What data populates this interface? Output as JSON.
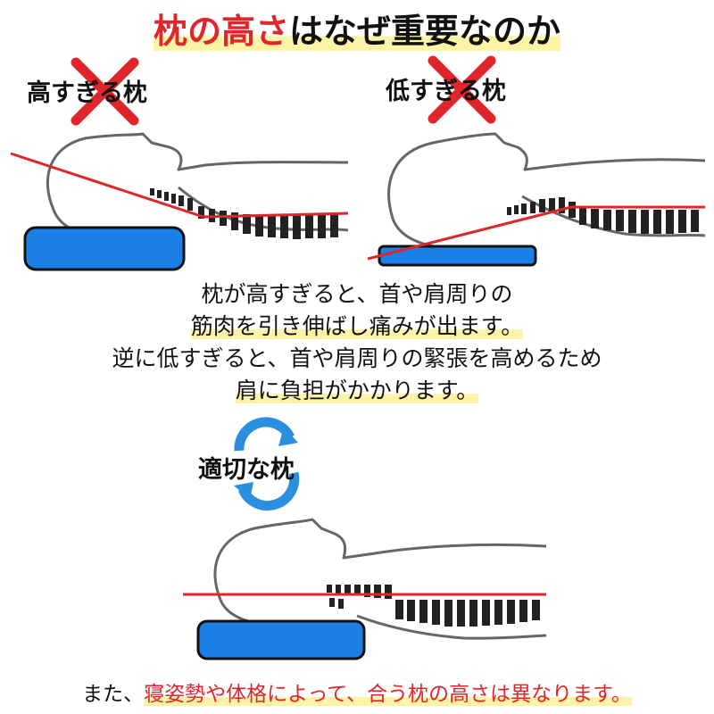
{
  "title": {
    "emph": "枕の高さ",
    "rest": "はなぜ重要なのか"
  },
  "labels": {
    "too_high": "高すぎる枕",
    "too_low": "低すぎる枕",
    "proper": "適切な枕"
  },
  "caption": {
    "line1": "枕が高すぎると、首や肩周りの",
    "line2": "筋肉を引き伸ばし痛みが出ます。",
    "line3": "逆に低すぎると、首や肩周りの緊張を高めるため",
    "line4": "肩に負担がかかります。"
  },
  "footer": {
    "lead": "また、",
    "emph": "寝姿勢や体格によって、合う枕の高さは異なります。"
  },
  "colors": {
    "accent_red": "#e0262b",
    "highlight_yellow": "#fbf3a6",
    "pillow_blue": "#1a7fe6",
    "ok_circle_blue": "#2a8fe0"
  },
  "icons": [
    "cross-mark-icon",
    "cross-mark-icon",
    "circle-ok-icon"
  ]
}
